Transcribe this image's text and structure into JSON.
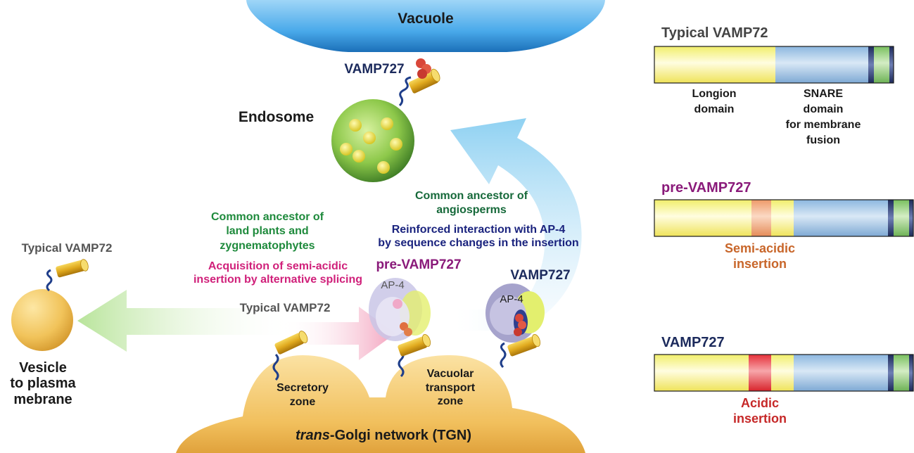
{
  "diagram": {
    "vacuole_label": "Vacuole",
    "endosome_label": "Endosome",
    "vamp727_top_label": "VAMP727",
    "typical_vamp72_left_label": "Typical VAMP72",
    "vesicle_label": [
      "Vesicle",
      "to plasma",
      "mebrane"
    ],
    "land_plants_note": [
      "Common ancestor of",
      "land plants and",
      "zygnematophytes"
    ],
    "splicing_note": [
      "Acquisition of semi-acidic",
      "insertion by alternative splicing"
    ],
    "angiosperms_note": [
      "Common ancestor of",
      "angiosperms"
    ],
    "ap4_note": [
      "Reinforced interaction with AP-4",
      "by sequence changes in the insertion"
    ],
    "pre_vamp727_label": "pre-VAMP727",
    "vamp727_mid_label": "VAMP727",
    "typical_vamp72_mid_label": "Typical VAMP72",
    "ap4_label": "AP-4",
    "secretory_zone_label": [
      "Secretory",
      "zone"
    ],
    "vacuolar_zone_label": [
      "Vacuolar",
      "transport",
      "zone"
    ],
    "tgn_italic": "trans",
    "tgn_rest": "-Golgi network (TGN)"
  },
  "domains": {
    "typical": {
      "title": "Typical VAMP72",
      "longion_label": [
        "Longion",
        "domain"
      ],
      "snare_label": [
        "SNARE",
        "domain",
        "for membrane",
        "fusion"
      ]
    },
    "pre": {
      "title": "pre-VAMP727",
      "insertion_label": [
        "Semi-acidic",
        "insertion"
      ]
    },
    "vamp727": {
      "title": "VAMP727",
      "insertion_label": [
        "Acidic",
        "insertion"
      ]
    }
  },
  "colors": {
    "longin": "#f5f07a",
    "snare": "#8fb9e0",
    "tm": "#7cc36a",
    "semi_acidic": "#f0a070",
    "acidic": "#e8303a",
    "tgn": "#f2c46a",
    "vacuole": "#4aa8e8",
    "endosome": "#7cc142"
  }
}
